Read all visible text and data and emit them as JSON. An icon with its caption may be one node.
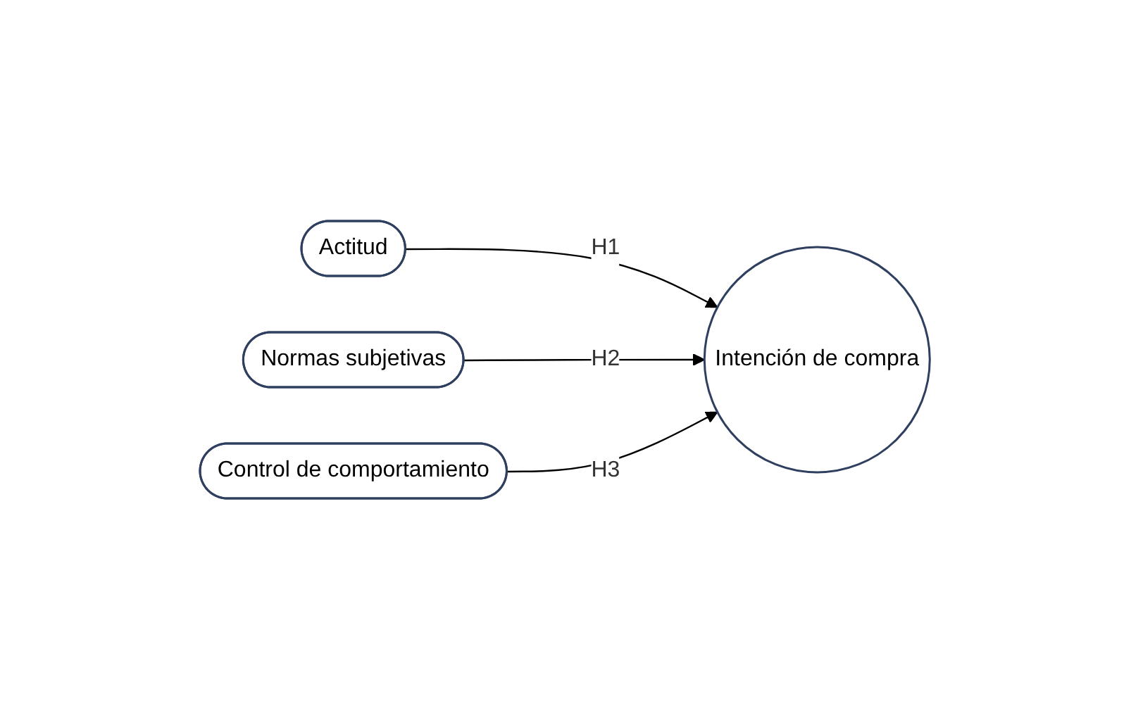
{
  "diagram": {
    "nodes": [
      {
        "text": [
          "Actitud"
        ]
      },
      {
        "text": [
          "Normas subjetivas"
        ]
      },
      {
        "text": [
          "Control de comportamiento"
        ]
      },
      {
        "text": [
          "Intención de compra"
        ]
      }
    ],
    "edges": [
      {
        "from": 0,
        "to": 3,
        "arrow": "to",
        "label": "H1"
      },
      {
        "from": 1,
        "to": 3,
        "arrow": "to",
        "label": "H2"
      },
      {
        "from": 2,
        "to": 3,
        "arrow": "to",
        "label": "H3"
      }
    ]
  }
}
